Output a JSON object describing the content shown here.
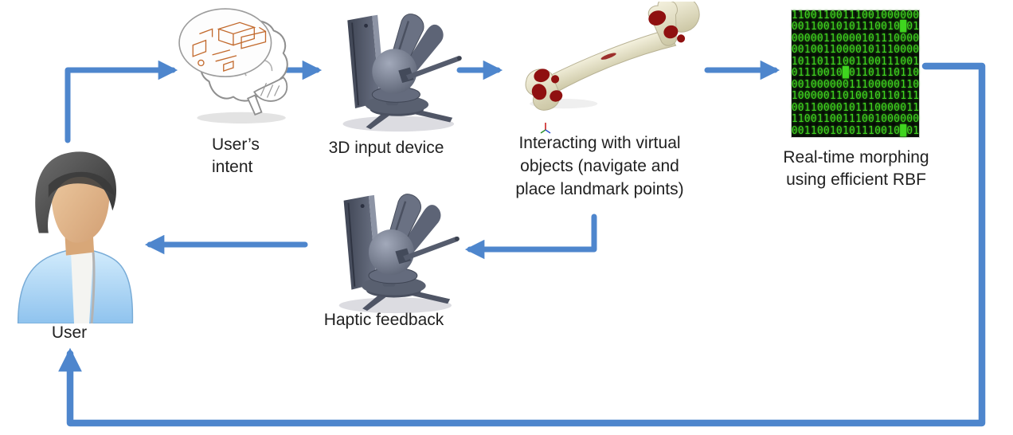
{
  "colors": {
    "arrow": "#4e86cd",
    "text": "#212121",
    "matrix-green": "#3fd51f",
    "matrix-bg": "#060906",
    "bone": "#e9e5cd",
    "landmark-red": "#8f1010",
    "device-slate": "#636a7c",
    "skin": "#e2b68c",
    "hair": "#4b4b4b",
    "shirt": "#a9d3f4",
    "wireframe-orange": "#c2692c"
  },
  "nodes": {
    "user": {
      "label": "User"
    },
    "intent": {
      "line1": "User’s",
      "line2": "intent"
    },
    "input_device": {
      "label": "3D input device"
    },
    "virtual_objects": {
      "line1": "Interacting with virtual",
      "line2": "objects (navigate and",
      "line3": "place landmark points)"
    },
    "morphing": {
      "line1": "Real-time morphing",
      "line2": "using efficient RBF"
    },
    "haptic": {
      "label": "Haptic feedback"
    }
  },
  "matrix_rows": [
    "11001100111001000000",
    "00110010101110010█01",
    "00000110000101110000",
    "00100110000101110000",
    "10110111001100111001",
    "01110010█01101110110",
    "00100000011100000110",
    "10000011010010110111",
    "00110000101110000011",
    "11001100111001000000",
    "00110010101110010█01"
  ]
}
